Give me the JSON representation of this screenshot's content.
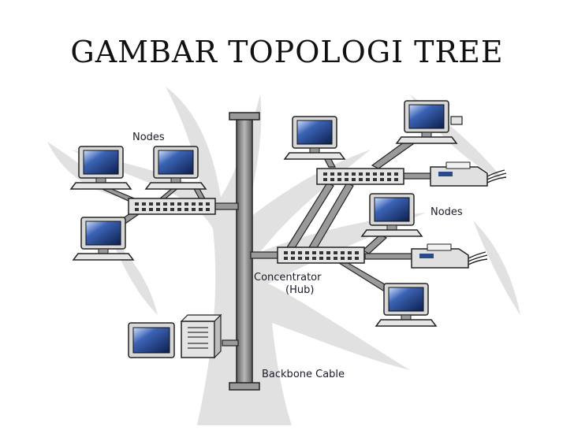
{
  "title": "GAMBAR TOPOLOGI TREE",
  "labels": {
    "nodes_left": "Nodes",
    "nodes_right": "Nodes",
    "concentrator": "Concentrator",
    "hub": "(Hub)",
    "backbone": "Backbone Cable"
  },
  "colors": {
    "tree_shadow": "#d9d9d9",
    "backbone": "#8a8a8a",
    "cable": "#7d7d7d",
    "screen": "#2b4a8a",
    "casing": "#cfcfcf"
  }
}
